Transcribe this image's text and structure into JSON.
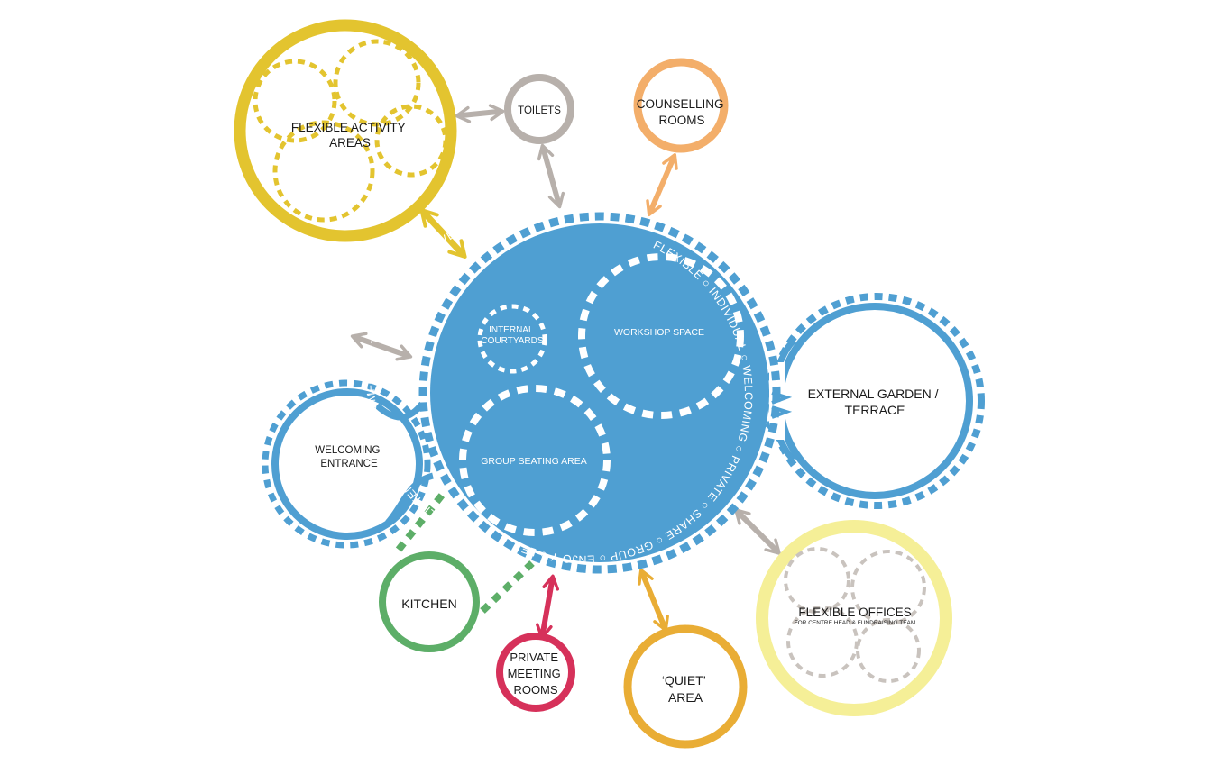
{
  "colors": {
    "blue": "#4f9fd2",
    "yellow": "#e3c42f",
    "pale_yellow": "#f5ef97",
    "grey": "#b7b0ab",
    "orange": "#f3ae6a",
    "green": "#5dae68",
    "crimson": "#d6315a",
    "amber": "#e9ad35"
  },
  "nodes": {
    "flexible_activity": [
      "FLEXIBLE ACTIVITY",
      "AREAS"
    ],
    "toilets": [
      "TOILETS"
    ],
    "counselling": [
      "COUNSELLING",
      "ROOMS"
    ],
    "external_garden": [
      "EXTERNAL GARDEN /",
      "TERRACE"
    ],
    "welcoming_entrance": [
      "WELCOMING",
      "ENTRANCE"
    ],
    "kitchen": [
      "KITCHEN"
    ],
    "private_meeting": [
      "PRIVATE",
      "MEETING",
      "ROOMS"
    ],
    "quiet_area": [
      "‘QUIET’",
      "AREA"
    ],
    "flexible_offices": [
      "FLEXIBLE OFFICES"
    ],
    "flexible_offices_sub": "FOR CENTRE HEAD & FUNDRAISING TEAM",
    "internal_courtyards": [
      "INTERNAL",
      "COURTYARDS"
    ],
    "workshop": [
      "WORKSHOP SPACE"
    ],
    "group_seating": [
      "GROUP SEATING AREA"
    ]
  },
  "ring_words_left": "LISTEN ○ RELAX ○ COMFORT ○ TOGETHER ○ POSITIVE ○ REFUGE ○",
  "ring_words_right": "FLEXIBLE ○ INDIVIDUAL ○ WELCOMING ○ PRIVATE ○ SHARE ○ GROUP ○ ENJO Y ○ LEARN ○ TALK ○"
}
